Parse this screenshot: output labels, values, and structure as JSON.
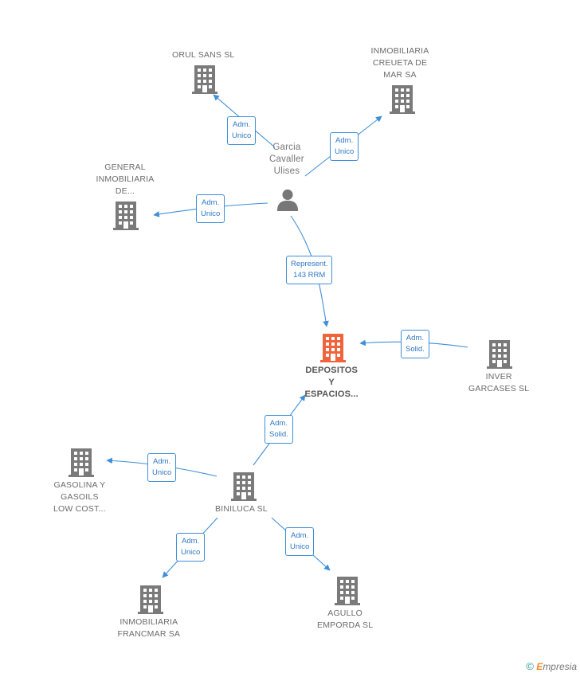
{
  "colors": {
    "edge": "#3f8fd8",
    "company_icon": "#7a7a7a",
    "focus_icon": "#f0643c",
    "person_icon": "#777777"
  },
  "nodes": [
    {
      "id": "orul",
      "kind": "company",
      "lines": [
        "ORUL SANS SL"
      ]
    },
    {
      "id": "inmo_creueta",
      "kind": "company",
      "lines": [
        "INMOBILIARIA",
        "CREUETA DE",
        "MAR SA"
      ]
    },
    {
      "id": "person",
      "kind": "person",
      "lines": [
        "Garcia",
        "Cavaller",
        "Ulises"
      ]
    },
    {
      "id": "general",
      "kind": "company",
      "lines": [
        "GENERAL",
        "INMOBILIARIA",
        "DE..."
      ]
    },
    {
      "id": "depositos",
      "kind": "focus",
      "lines": [
        "DEPOSITOS",
        "Y",
        "ESPACIOS..."
      ]
    },
    {
      "id": "inver",
      "kind": "company",
      "lines": [
        "INVER",
        "GARCASES SL"
      ]
    },
    {
      "id": "gasolina",
      "kind": "company",
      "lines": [
        "GASOLINA Y",
        "GASOILS",
        "LOW COST..."
      ]
    },
    {
      "id": "biniluca",
      "kind": "company",
      "lines": [
        "BINILUCA SL"
      ]
    },
    {
      "id": "francmar",
      "kind": "company",
      "lines": [
        "INMOBILIARIA",
        "FRANCMAR SA"
      ]
    },
    {
      "id": "agullo",
      "kind": "company",
      "lines": [
        "AGULLO",
        "EMPORDA SL"
      ]
    }
  ],
  "edges": [
    {
      "from": "person",
      "to": "orul",
      "lines": [
        "Adm.",
        "Unico"
      ]
    },
    {
      "from": "person",
      "to": "inmo_creueta",
      "lines": [
        "Adm.",
        "Unico"
      ]
    },
    {
      "from": "person",
      "to": "general",
      "lines": [
        "Adm.",
        "Unico"
      ]
    },
    {
      "from": "person",
      "to": "depositos",
      "lines": [
        "Represent.",
        "143 RRM"
      ]
    },
    {
      "from": "inver",
      "to": "depositos",
      "lines": [
        "Adm.",
        "Solid."
      ]
    },
    {
      "from": "biniluca",
      "to": "depositos",
      "lines": [
        "Adm.",
        "Solid."
      ]
    },
    {
      "from": "biniluca",
      "to": "gasolina",
      "lines": [
        "Adm.",
        "Unico"
      ]
    },
    {
      "from": "biniluca",
      "to": "francmar",
      "lines": [
        "Adm.",
        "Unico"
      ]
    },
    {
      "from": "biniluca",
      "to": "agullo",
      "lines": [
        "Adm.",
        "Unico"
      ]
    }
  ],
  "watermark": {
    "symbol": "©",
    "brand_initial": "E",
    "brand_rest": "mpresia"
  }
}
